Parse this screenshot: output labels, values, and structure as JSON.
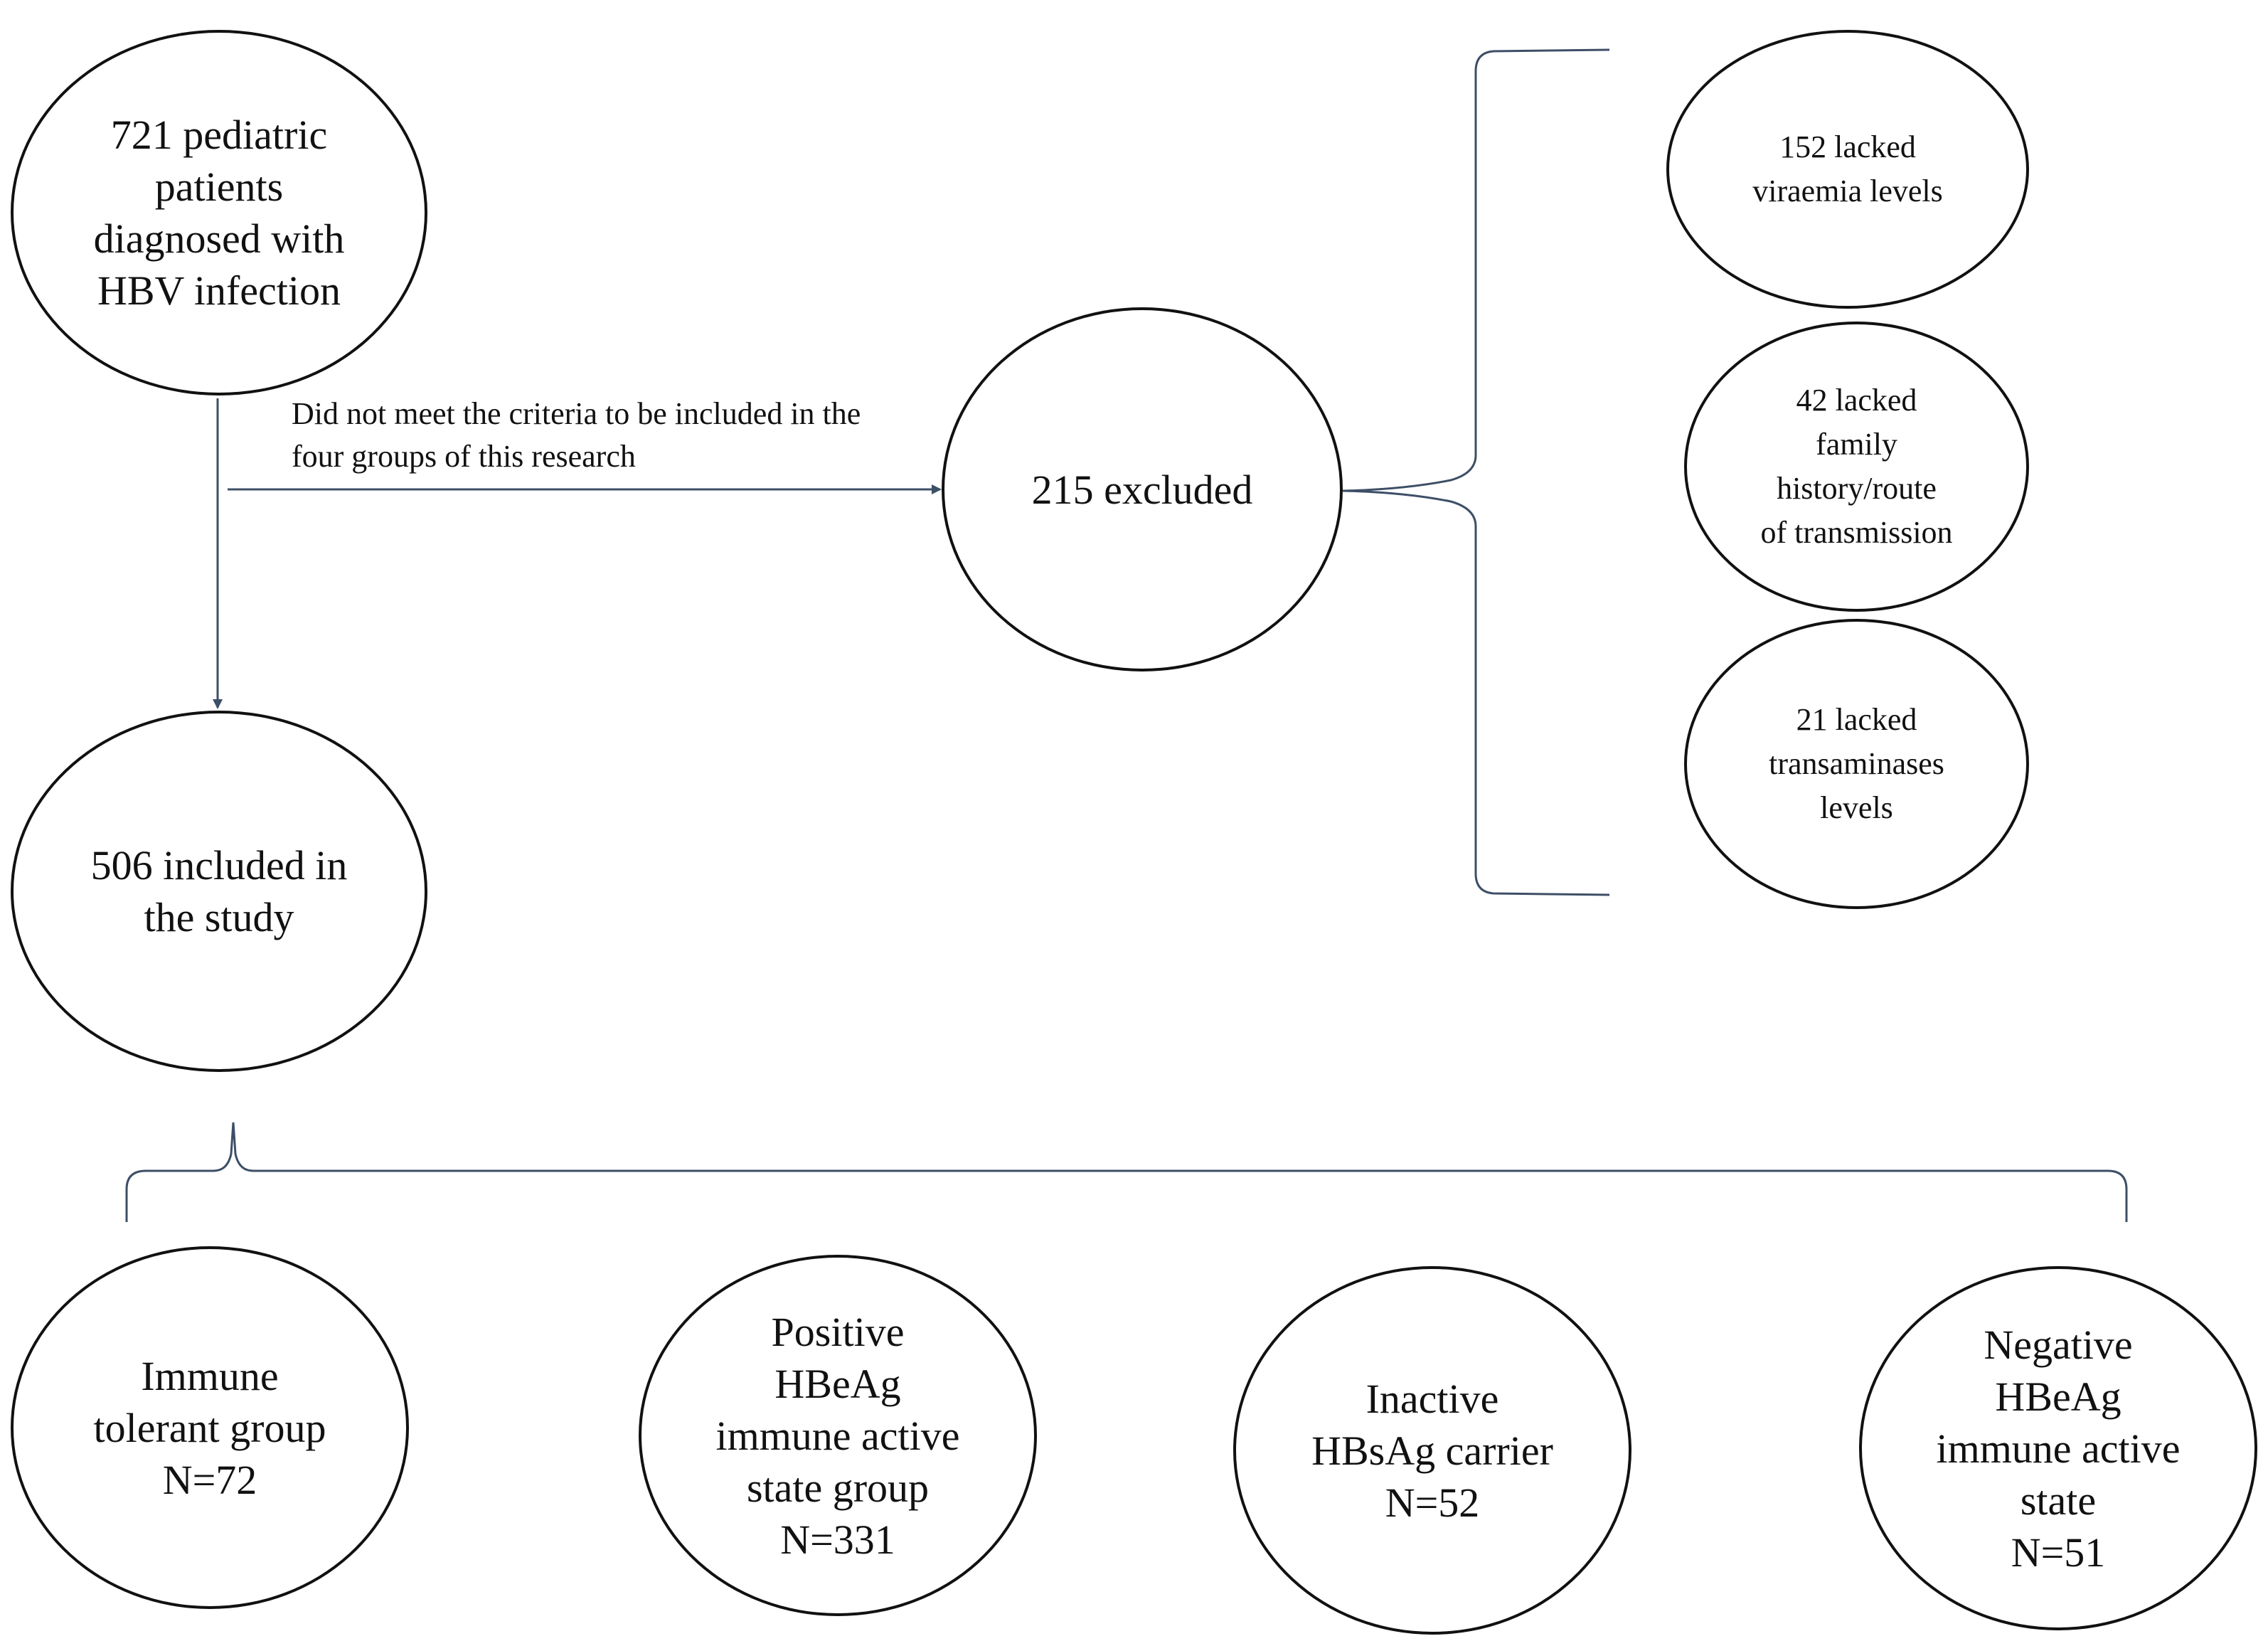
{
  "nodes": {
    "start": [
      "721 pediatric",
      "patients",
      "diagnosed with",
      "HBV infection"
    ],
    "included": [
      "506 included in",
      "the study"
    ],
    "excluded": [
      "215 excluded"
    ],
    "reason_viraemia": [
      "152 lacked",
      "viraemia  levels"
    ],
    "reason_family": [
      "42 lacked",
      "family",
      "history/route",
      "of transmission"
    ],
    "reason_transaminases": [
      "21 lacked",
      "transaminases",
      "levels"
    ],
    "group_immune_tolerant": [
      "Immune",
      "tolerant group",
      "N=72"
    ],
    "group_positive_hbeag": [
      "Positive",
      "HBeAg",
      "immune active",
      "state group",
      "N=331"
    ],
    "group_inactive_carrier": [
      "Inactive",
      "HBsAg carrier",
      "N=52"
    ],
    "group_negative_hbeag": [
      "Negative",
      "HBeAg",
      "immune active",
      "state",
      "N=51"
    ]
  },
  "edge_label": [
    "Did not meet the criteria to be included  in the",
    "four groups of this research"
  ],
  "colors": {
    "arrow": "#3d4f66",
    "outline": "#111111"
  }
}
